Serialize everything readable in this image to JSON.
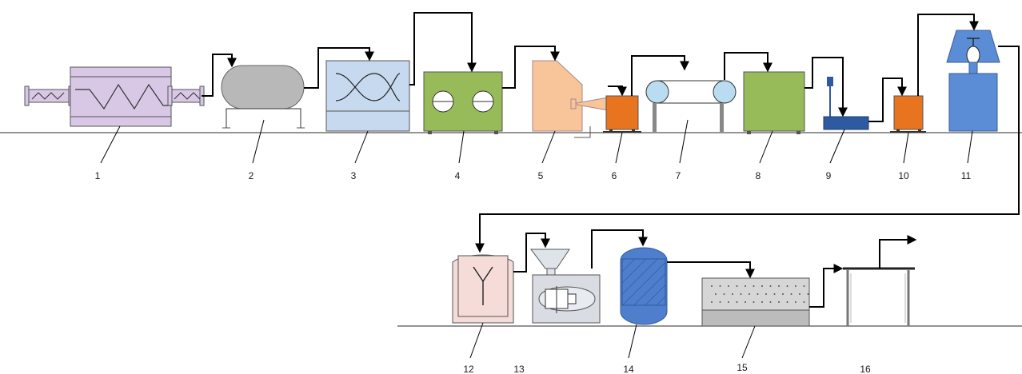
{
  "diagram": {
    "labels": [
      "1",
      "2",
      "3",
      "4",
      "5",
      "6",
      "7",
      "8",
      "9",
      "10",
      "11",
      "12",
      "13",
      "14",
      "15",
      "16"
    ]
  },
  "colors": {
    "extruder": "#d8c8e6",
    "tank": "#b8b8b8",
    "mixer": "#c7d9ef",
    "green_unit": "#98bb59",
    "peach_unit": "#f8c49a",
    "orange_unit": "#e87420",
    "blue_unit": "#5b8dd6",
    "pink_unit": "#f5dcd9",
    "grey_unit": "#d9dde3",
    "oven": "#c3c3c3",
    "line": "#000000"
  }
}
